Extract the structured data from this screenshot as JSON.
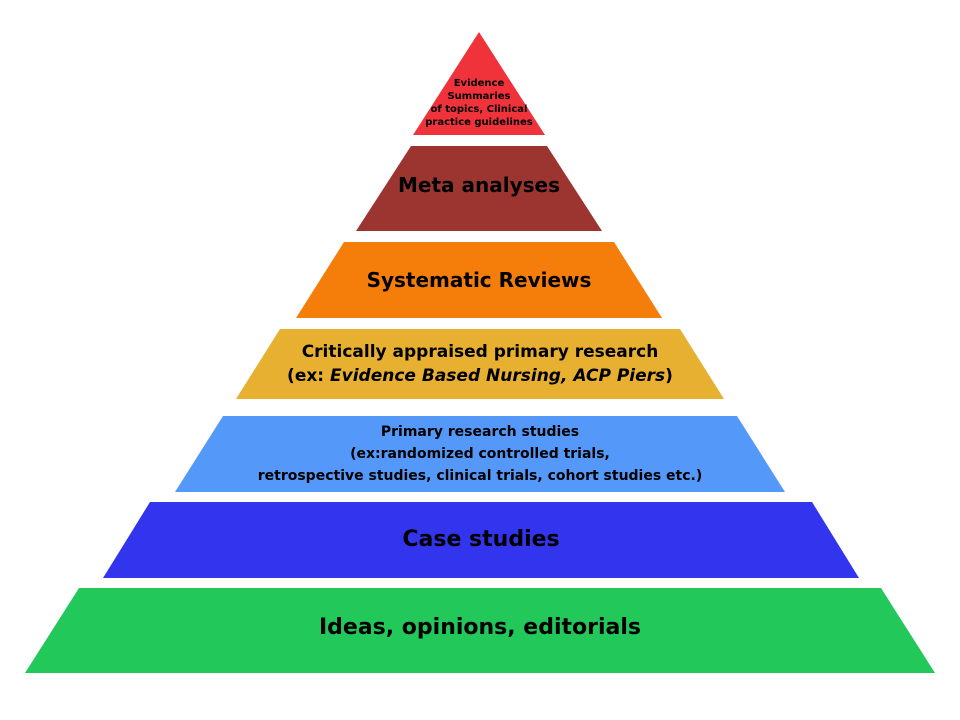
{
  "pyramid": {
    "tiers": [
      {
        "color": "#f0333b",
        "lines": [
          "Evidence",
          "Summaries",
          "of topics, Clinical",
          "practice guidelines"
        ]
      },
      {
        "color": "#9c3530",
        "lines": [
          "Meta analyses"
        ]
      },
      {
        "color": "#f57e0a",
        "lines": [
          "Systematic Reviews"
        ]
      },
      {
        "color": "#e7b031",
        "line1": "Critically appraised primary research",
        "line2_prefix": "(ex: ",
        "line2_italic": "Evidence Based Nursing, ACP Piers",
        "line2_suffix": ")"
      },
      {
        "color": "#5499fa",
        "lines": [
          "Primary research studies",
          "(ex:randomized controlled trials,",
          "retrospective studies, clinical trials, cohort studies etc.)"
        ]
      },
      {
        "color": "#3334ee",
        "lines": [
          "Case studies"
        ]
      },
      {
        "color": "#22c85a",
        "lines": [
          "Ideas, opinions, editorials"
        ]
      }
    ]
  }
}
